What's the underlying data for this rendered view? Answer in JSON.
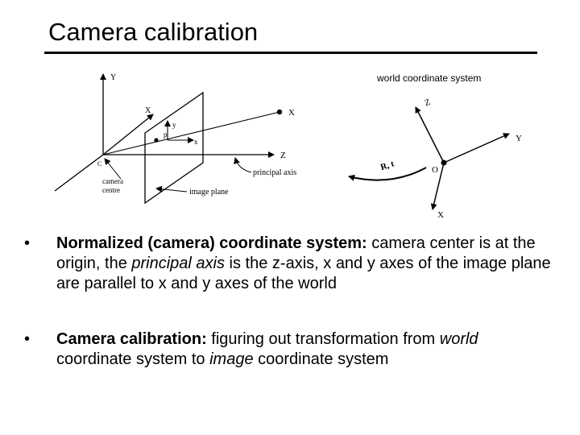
{
  "title": "Camera calibration",
  "diagram": {
    "world_label": "world coordinate system",
    "camera_axis_Y": "Y",
    "camera_axis_X": "X",
    "point_X": "X",
    "image_x": "x",
    "image_y": "y",
    "image_p": "p",
    "axis_Z": "Z",
    "camera_centre": "camera\ncentre",
    "principal_axis": "principal axis",
    "image_plane": "image plane",
    "transform": "R, t",
    "world_Z": "Z",
    "world_Y": "Y",
    "world_X": "X",
    "world_O": "O",
    "camera_C": "C"
  },
  "bullets": [
    {
      "bold": "Normalized (camera) coordinate system:",
      "segments": [
        {
          "text": " camera center is at the origin, the ",
          "italic": false
        },
        {
          "text": "principal axis",
          "italic": true
        },
        {
          "text": " is the z-axis, x and y axes of the image plane are parallel to x and y axes of the world",
          "italic": false
        }
      ]
    },
    {
      "bold": "Camera calibration:",
      "segments": [
        {
          "text": " figuring out transformation from ",
          "italic": false
        },
        {
          "text": "world",
          "italic": true
        },
        {
          "text": " coordinate system to ",
          "italic": false
        },
        {
          "text": "image",
          "italic": true
        },
        {
          "text": " coordinate system",
          "italic": false
        }
      ]
    }
  ],
  "bullet_symbol": "•"
}
